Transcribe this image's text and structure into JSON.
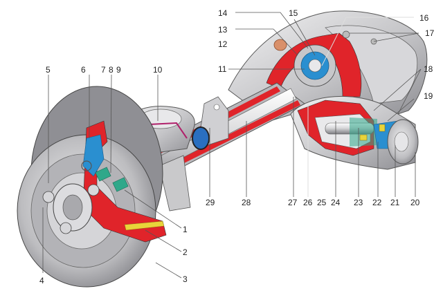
{
  "diagram": {
    "subject": "rear axle assembly cutaway",
    "colors": {
      "section_red": "#e0242a",
      "part_blue": "#2a8fd0",
      "casting_grey": "#c9c9cb",
      "dark_grey": "#6e6e72",
      "seal_green": "#2fa88a",
      "shim_yellow": "#e9d43a",
      "magenta_edge": "#b0206a"
    },
    "callouts": [
      {
        "id": "1",
        "text": "1"
      },
      {
        "id": "2",
        "text": "2"
      },
      {
        "id": "3",
        "text": "3"
      },
      {
        "id": "4",
        "text": "4"
      },
      {
        "id": "5",
        "text": "5"
      },
      {
        "id": "6",
        "text": "6"
      },
      {
        "id": "7",
        "text": "7"
      },
      {
        "id": "8",
        "text": "8"
      },
      {
        "id": "9",
        "text": "9"
      },
      {
        "id": "10",
        "text": "10"
      },
      {
        "id": "11",
        "text": "11"
      },
      {
        "id": "12",
        "text": "12"
      },
      {
        "id": "13",
        "text": "13"
      },
      {
        "id": "14",
        "text": "14"
      },
      {
        "id": "15",
        "text": "15"
      },
      {
        "id": "16",
        "text": "16"
      },
      {
        "id": "17",
        "text": "17"
      },
      {
        "id": "18",
        "text": "18"
      },
      {
        "id": "19",
        "text": "19"
      },
      {
        "id": "20",
        "text": "20"
      },
      {
        "id": "21",
        "text": "21"
      },
      {
        "id": "22",
        "text": "22"
      },
      {
        "id": "23",
        "text": "23"
      },
      {
        "id": "24",
        "text": "24"
      },
      {
        "id": "25",
        "text": "25"
      },
      {
        "id": "26",
        "text": "26"
      },
      {
        "id": "27",
        "text": "27"
      },
      {
        "id": "28",
        "text": "28"
      },
      {
        "id": "29",
        "text": "29"
      }
    ]
  }
}
